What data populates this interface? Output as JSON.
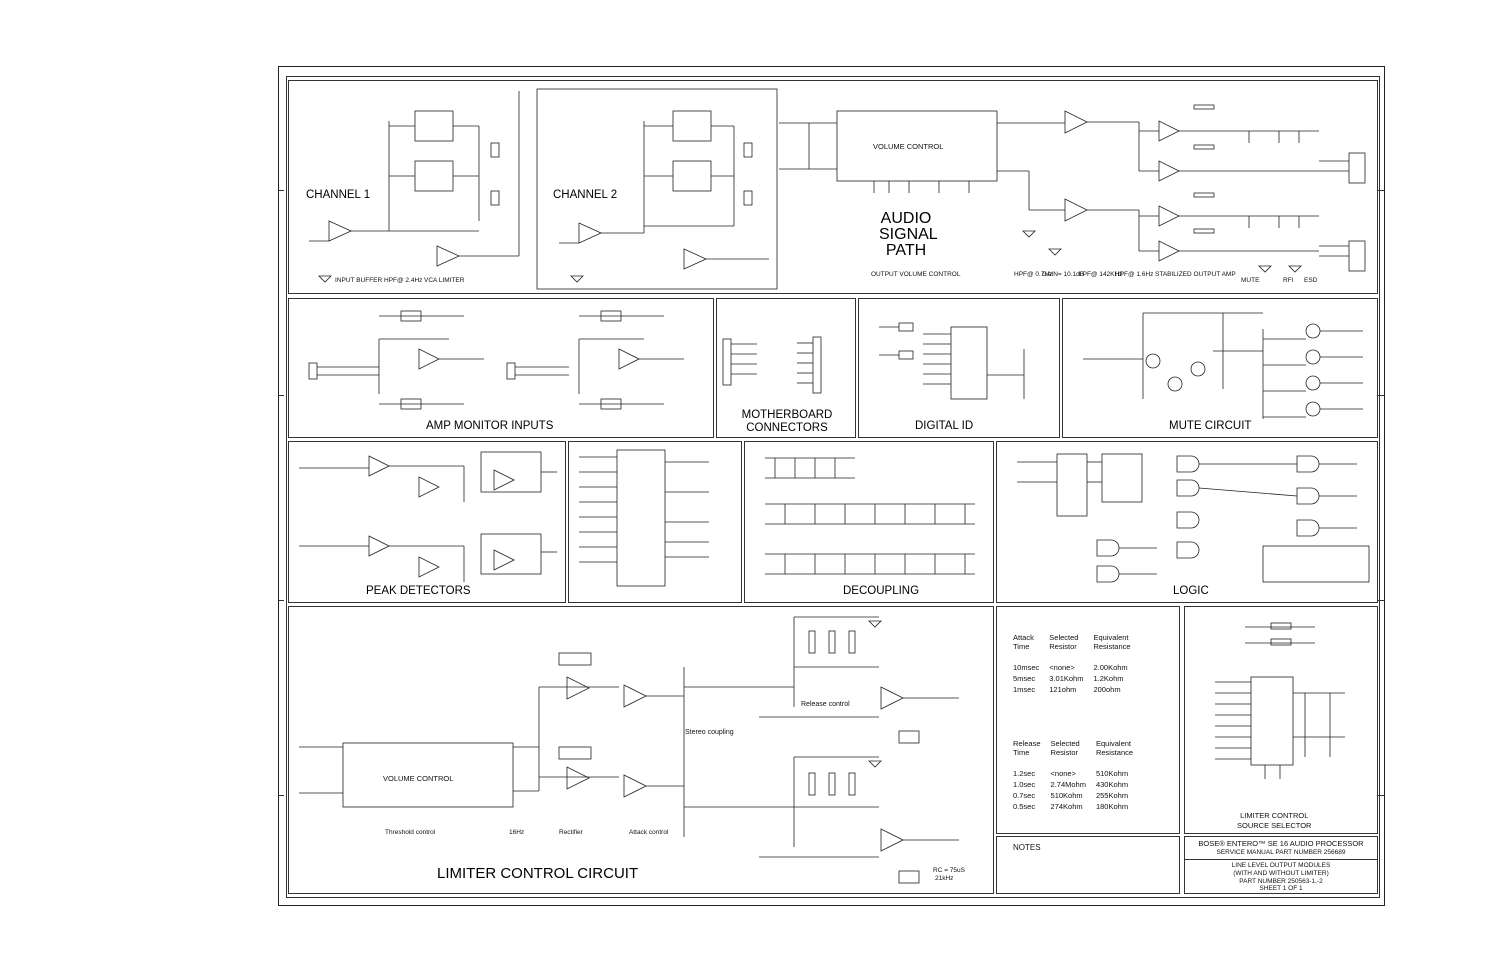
{
  "sections": {
    "audio_signal_path": {
      "title_lines": [
        "AUDIO",
        "SIGNAL",
        "PATH"
      ],
      "channel_1": "CHANNEL 1",
      "channel_2": "CHANNEL 2",
      "volume_control": "VOLUME CONTROL",
      "sub_labels": [
        "INPUT BUFFER",
        "HPF@ 2.4Hz",
        "VCA LIMITER",
        "OUTPUT VOLUME CONTROL",
        "HPF@ 0.7Hz",
        "GAIN= 10.1dB",
        "LPF@ 142KHz",
        "HPF@ 1.6Hz",
        "STABILIZED OUTPUT AMP",
        "MUTE",
        "RFI",
        "ESD"
      ]
    },
    "amp_monitor_inputs": {
      "title": "AMP MONITOR INPUTS"
    },
    "motherboard_connectors": {
      "title_lines": [
        "MOTHERBOARD",
        "CONNECTORS"
      ]
    },
    "digital_id": {
      "title": "DIGITAL ID"
    },
    "mute_circuit": {
      "title": "MUTE CIRCUIT"
    },
    "peak_detectors": {
      "title": "PEAK DETECTORS"
    },
    "decoupling": {
      "title": "DECOUPLING"
    },
    "logic": {
      "title": "LOGIC"
    },
    "limiter_control_circuit": {
      "title": "LIMITER CONTROL CIRCUIT",
      "volume_control": "VOLUME CONTROL",
      "labels": [
        "Stereo coupling",
        "Release control",
        "Threshold control",
        "Rectifier",
        "Attack control",
        "16Hz",
        "RC = 75uS",
        "21kHz"
      ]
    },
    "limiter_control_source_selector": {
      "title_lines": [
        "LIMITER CONTROL",
        "SOURCE SELECTOR"
      ]
    },
    "notes": {
      "title": "NOTES"
    }
  },
  "attack_table": {
    "headers": [
      [
        "Attack",
        "Time"
      ],
      [
        "Selected",
        "Resistor"
      ],
      [
        "Equivalent",
        "Resistance"
      ]
    ],
    "rows": [
      [
        "10msec",
        "<none>",
        "2.00Kohm"
      ],
      [
        "5msec",
        "3.01Kohm",
        "1.2Kohm"
      ],
      [
        "1msec",
        "121ohm",
        "200ohm"
      ]
    ]
  },
  "release_table": {
    "headers": [
      [
        "Release",
        "Time"
      ],
      [
        "Selected",
        "Resistor"
      ],
      [
        "Equivalent",
        "Resistance"
      ]
    ],
    "rows": [
      [
        "1.2sec",
        "<none>",
        "510Kohm"
      ],
      [
        "1.0sec",
        "2.74Mohm",
        "430Kohm"
      ],
      [
        "0.7sec",
        "510Kohm",
        "255Kohm"
      ],
      [
        "0.5sec",
        "274Kohm",
        "180Kohm"
      ]
    ]
  },
  "title_block": {
    "line1": "BOSE® ENTERO™ SE 16 AUDIO PROCESSOR",
    "line2": "SERVICE MANUAL PART NUMBER 256689",
    "line3": "LINE LEVEL OUTPUT MODULES",
    "line4": "(WITH AND WITHOUT LIMITER)",
    "line5": "PART NUMBER 250563-1,-2",
    "line6": "SHEET 1 OF 1"
  },
  "colors": {
    "line": "#222222",
    "background": "#ffffff"
  }
}
